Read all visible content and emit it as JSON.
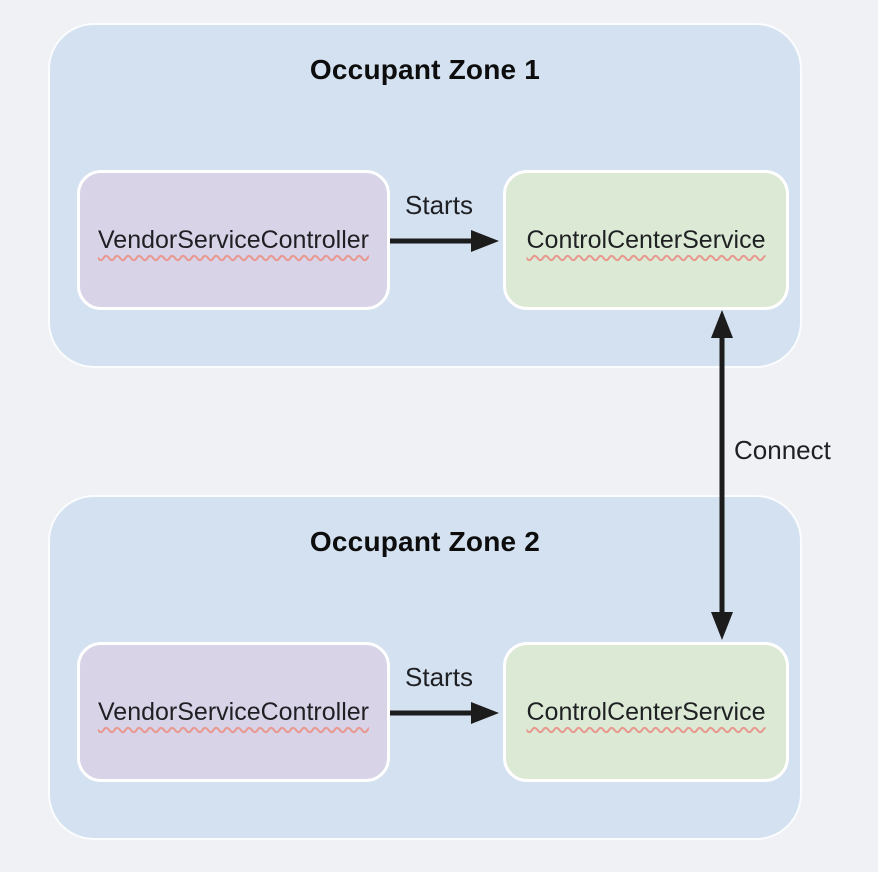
{
  "diagram": {
    "zones": [
      {
        "title": "Occupant Zone 1",
        "nodes": [
          {
            "label": "VendorServiceController"
          },
          {
            "label": "ControlCenterService"
          }
        ],
        "edge_label": "Starts"
      },
      {
        "title": "Occupant Zone 2",
        "nodes": [
          {
            "label": "VendorServiceController"
          },
          {
            "label": "ControlCenterService"
          }
        ],
        "edge_label": "Starts"
      }
    ],
    "connect_label": "Connect",
    "colors": {
      "background": "#eff1f4",
      "zone_fill": "#d4e1f1",
      "zone_border": "#fbfcfe",
      "vendor_fill": "#d9d3e8",
      "control_fill": "#dcead5",
      "node_border": "#ffffff",
      "arrow": "#1c1c1c",
      "squiggle": "#e8988e",
      "title_color": "#0d0d0d",
      "label_color": "#1f2023"
    }
  }
}
